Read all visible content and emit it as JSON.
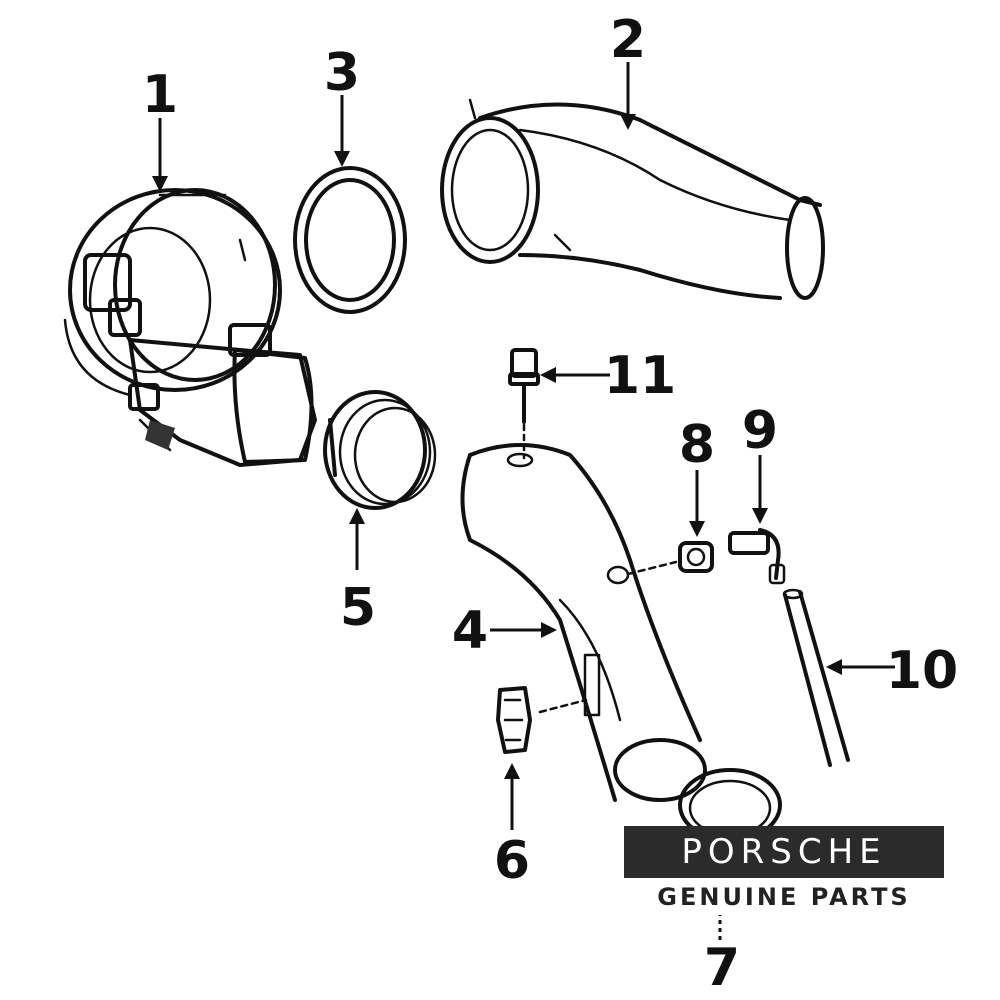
{
  "callouts": [
    {
      "id": "1",
      "label": "1"
    },
    {
      "id": "2",
      "label": "2"
    },
    {
      "id": "3",
      "label": "3"
    },
    {
      "id": "4",
      "label": "4"
    },
    {
      "id": "5",
      "label": "5"
    },
    {
      "id": "6",
      "label": "6"
    },
    {
      "id": "7",
      "label": "7"
    },
    {
      "id": "8",
      "label": "8"
    },
    {
      "id": "9",
      "label": "9"
    },
    {
      "id": "10",
      "label": "10"
    },
    {
      "id": "11",
      "label": "11"
    }
  ],
  "logo": {
    "brand": "PORSCHE",
    "tagline": "GENUINE PARTS"
  },
  "colors": {
    "ink": "#111111",
    "logo_bar": "#2b2b2b",
    "background": "#ffffff"
  }
}
